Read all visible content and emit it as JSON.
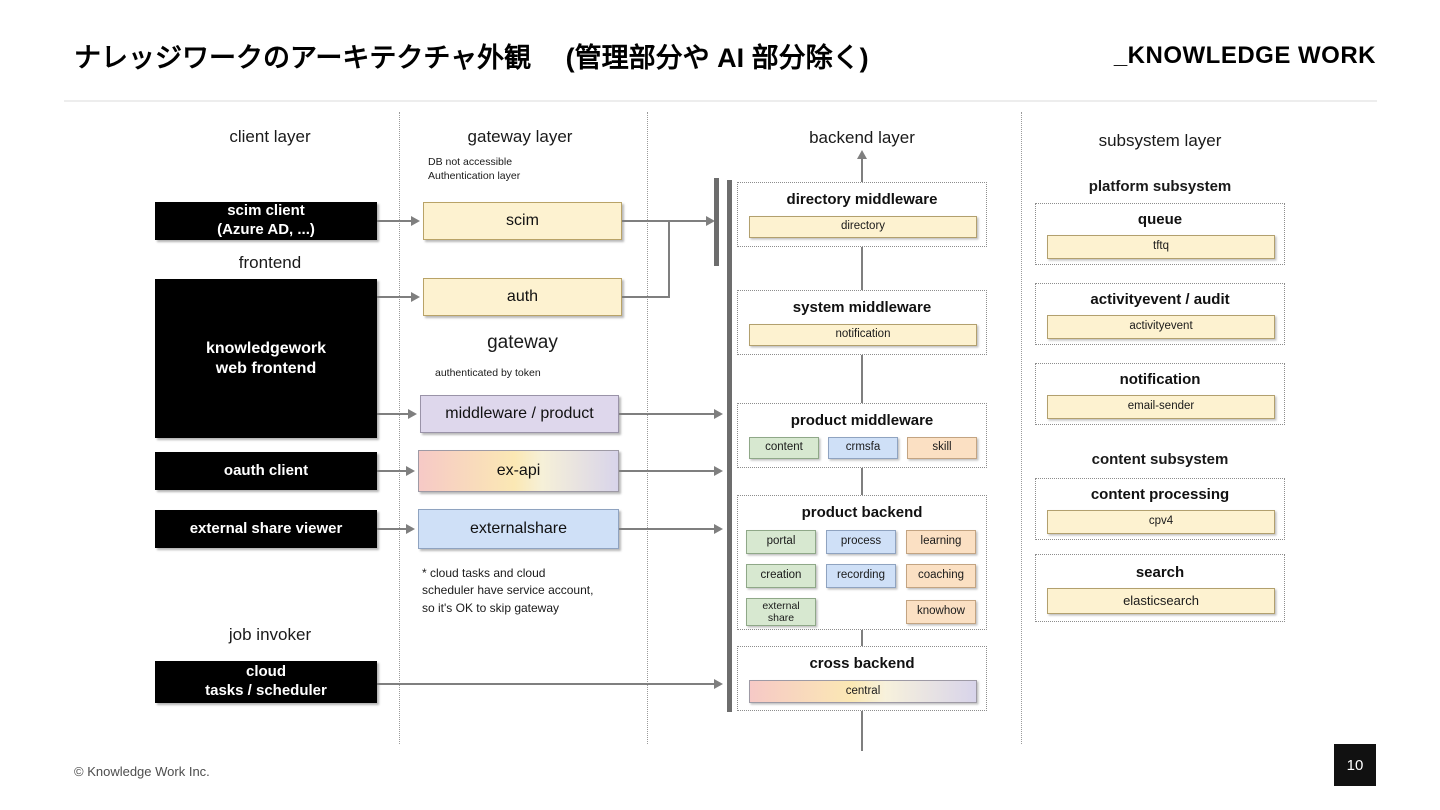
{
  "header": {
    "title": "ナレッジワークのアーキテクチャ外観 　(管理部分や AI 部分除く)",
    "logo": "_KNOWLEDGE WORK"
  },
  "footer": {
    "copyright": "© Knowledge Work Inc.",
    "page_number": "10"
  },
  "columns": {
    "client": "client layer",
    "gateway": "gateway layer",
    "backend": "backend layer",
    "subsystem": "subsystem layer"
  },
  "client_layer": {
    "frontend_label": "frontend",
    "job_invoker_label": "job invoker",
    "boxes": [
      {
        "label": "scim client\n(Azure AD, ...)"
      },
      {
        "label": "knowledgework\nweb frontend"
      },
      {
        "label": "oauth client"
      },
      {
        "label": "external share viewer"
      },
      {
        "label": "cloud\ntasks / scheduler"
      }
    ]
  },
  "gateway_layer": {
    "note_top": "DB not accessible\nAuthentication layer",
    "gateway_label": "gateway",
    "note_gateway": "authenticated by token",
    "note_bottom": "* cloud tasks and cloud scheduler have service account, so it's OK to skip gateway",
    "boxes": [
      {
        "label": "scim",
        "fill": "yellow"
      },
      {
        "label": "auth",
        "fill": "yellow"
      },
      {
        "label": "middleware / product",
        "fill": "purple"
      },
      {
        "label": "ex-api",
        "fill": "gradient"
      },
      {
        "label": "externalshare",
        "fill": "blue"
      }
    ]
  },
  "backend_layer": {
    "groups": [
      {
        "title": "directory middleware",
        "chips": [
          {
            "label": "directory",
            "fill": "yellow"
          }
        ]
      },
      {
        "title": "system middleware",
        "chips": [
          {
            "label": "notification",
            "fill": "yellow"
          }
        ]
      },
      {
        "title": "product middleware",
        "chips": [
          {
            "label": "content",
            "fill": "green"
          },
          {
            "label": "crmsfa",
            "fill": "blue"
          },
          {
            "label": "skill",
            "fill": "orange"
          }
        ]
      },
      {
        "title": "product backend",
        "chips": [
          {
            "label": "portal",
            "fill": "green"
          },
          {
            "label": "process",
            "fill": "blue"
          },
          {
            "label": "learning",
            "fill": "orange"
          },
          {
            "label": "creation",
            "fill": "green"
          },
          {
            "label": "recording",
            "fill": "blue"
          },
          {
            "label": "coaching",
            "fill": "orange"
          },
          {
            "label": "external\nshare",
            "fill": "green"
          },
          {
            "label": "knowhow",
            "fill": "orange"
          }
        ]
      },
      {
        "title": "cross backend",
        "chips": [
          {
            "label": "central",
            "fill": "gradient"
          }
        ]
      }
    ]
  },
  "subsystem_layer": {
    "platform_label": "platform subsystem",
    "content_label": "content subsystem",
    "groups": [
      {
        "title": "queue",
        "chip": "tftq"
      },
      {
        "title": "activityevent / audit",
        "chip": "activityevent"
      },
      {
        "title": "notification",
        "chip": "email-sender"
      },
      {
        "title": "content processing",
        "chip": "cpv4"
      },
      {
        "title": "search",
        "chip": "elasticsearch"
      }
    ]
  },
  "colors": {
    "accent_yellow": "#fdf2d0",
    "accent_green": "#d7e8d0",
    "accent_blue": "#cfe0f7",
    "accent_orange": "#fbe0c3",
    "accent_purple": "#ded7ec",
    "connector": "#7f7f7f",
    "black_box": "#000000"
  }
}
